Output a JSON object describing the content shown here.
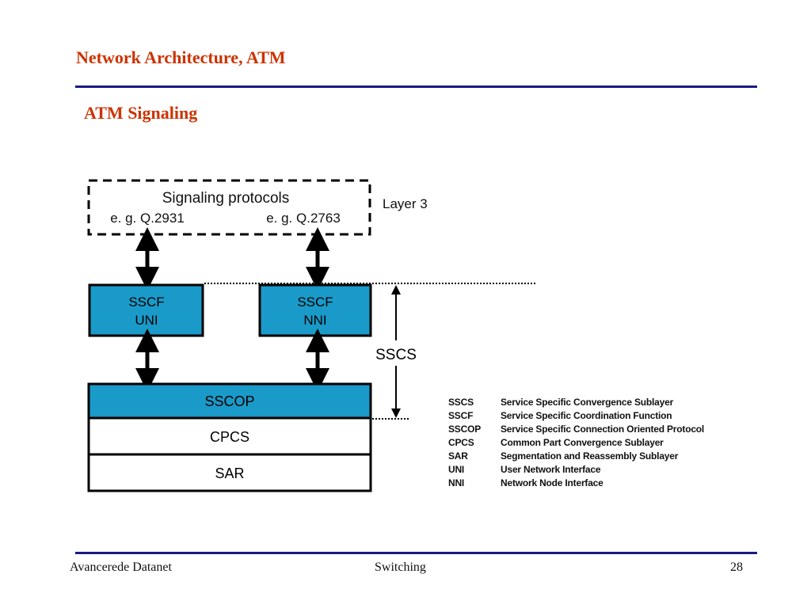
{
  "slide": {
    "title": "Network Architecture, ATM",
    "subtitle": "ATM Signaling"
  },
  "diagram": {
    "layer3": {
      "title": "Signaling protocols",
      "example_left": "e. g. Q.2931",
      "example_right": "e. g. Q.2763",
      "side_label": "Layer 3"
    },
    "sscf_uni": {
      "line1": "SSCF",
      "line2": "UNI"
    },
    "sscf_nni": {
      "line1": "SSCF",
      "line2": "NNI"
    },
    "sscs_label": "SSCS",
    "stack": {
      "sscop": "SSCOP",
      "cpcs": "CPCS",
      "sar": "SAR"
    },
    "colors": {
      "box_fill": "#1a9ac9",
      "border": "#000000",
      "title_color": "#cc3300",
      "rule_color": "#1a1a80"
    }
  },
  "legend": [
    {
      "abbr": "SSCS",
      "meaning": "Service Specific Convergence Sublayer"
    },
    {
      "abbr": "SSCF",
      "meaning": "Service Specific Coordination Function"
    },
    {
      "abbr": "SSCOP",
      "meaning": "Service Specific Connection Oriented Protocol"
    },
    {
      "abbr": "CPCS",
      "meaning": "Common Part Convergence Sublayer"
    },
    {
      "abbr": "SAR",
      "meaning": "Segmentation and Reassembly Sublayer"
    },
    {
      "abbr": "UNI",
      "meaning": "User Network Interface"
    },
    {
      "abbr": "NNI",
      "meaning": "Network Node Interface"
    }
  ],
  "footer": {
    "left": "Avancerede Datanet",
    "center": "Switching",
    "page_number": "28"
  }
}
